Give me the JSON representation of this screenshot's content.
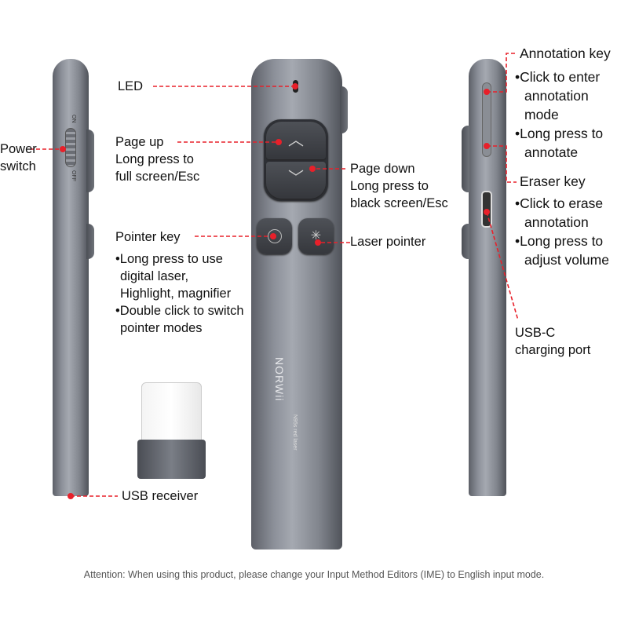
{
  "device": {
    "brand": "NORWii",
    "model": "N95s red laser",
    "switch_on": "ON",
    "switch_off": "OFF"
  },
  "labels": {
    "led": "LED",
    "power": [
      "Power",
      "switch"
    ],
    "page_up": [
      "Page up",
      "Long press to",
      "full screen/Esc"
    ],
    "page_down": [
      "Page down",
      "Long press to",
      "black screen/Esc"
    ],
    "pointer_key": "Pointer key",
    "pointer_desc": [
      "•Long press to use",
      "digital laser,",
      "Highlight, magnifier",
      "•Double click to switch",
      "pointer modes"
    ],
    "laser": "Laser pointer",
    "usb_receiver": "USB receiver",
    "annotation_key": "Annotation key",
    "annotation_desc": [
      "•Click to enter",
      "annotation",
      "mode",
      "•Long press to",
      "annotate"
    ],
    "eraser_key": "Eraser key",
    "eraser_desc": [
      "•Click to erase",
      "annotation",
      "•Long press to",
      "adjust volume"
    ],
    "usbc": [
      "USB-C",
      "charging port"
    ]
  },
  "footer": "Attention: When using this product, please change your Input Method Editors (IME) to English input mode.",
  "colors": {
    "callout": "#e8202a",
    "body": "#8c9099"
  }
}
